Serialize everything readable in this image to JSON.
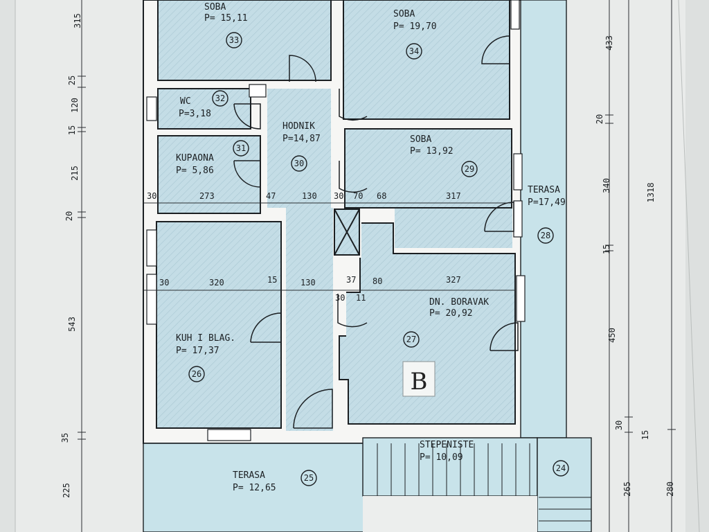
{
  "rooms": [
    {
      "id": "33",
      "name": "SOBA",
      "area": "P= 15,11"
    },
    {
      "id": "34",
      "name": "SOBA",
      "area": "P= 19,70"
    },
    {
      "id": "32",
      "name": "WC",
      "area": "P=3,18"
    },
    {
      "id": "30",
      "name": "HODNIK",
      "area": "P=14,87"
    },
    {
      "id": "31",
      "name": "KUPAONA",
      "area": "P= 5,86"
    },
    {
      "id": "29",
      "name": "SOBA",
      "area": "P= 13,92"
    },
    {
      "id": "28",
      "name": "TERASA",
      "area": "P=17,49"
    },
    {
      "id": "26",
      "name": "KUH I BLAG.",
      "area": "P= 17,37"
    },
    {
      "id": "27",
      "name": "DN. BORAVAK",
      "area": "P= 20,92"
    },
    {
      "id": "25",
      "name": "TERASA",
      "area": "P= 12,65"
    },
    {
      "id": "stair",
      "name": "STEPENISTE",
      "area": "P= 10,09"
    },
    {
      "id": "24",
      "name": "",
      "area": ""
    }
  ],
  "dimensions_left": [
    "315",
    "25",
    "120",
    "15",
    "215",
    "20",
    "543",
    "35",
    "225"
  ],
  "dimensions_right": [
    "433",
    "20",
    "340",
    "15",
    "450",
    "30",
    "265",
    "1318",
    "15",
    "280"
  ],
  "row1_dims": [
    "30",
    "273",
    "47",
    "130",
    "30",
    "70",
    "68",
    "317"
  ],
  "row2_dims": [
    "30",
    "320",
    "15",
    "130",
    "37",
    "80",
    "327",
    "30",
    "11"
  ],
  "block_letter": "B"
}
